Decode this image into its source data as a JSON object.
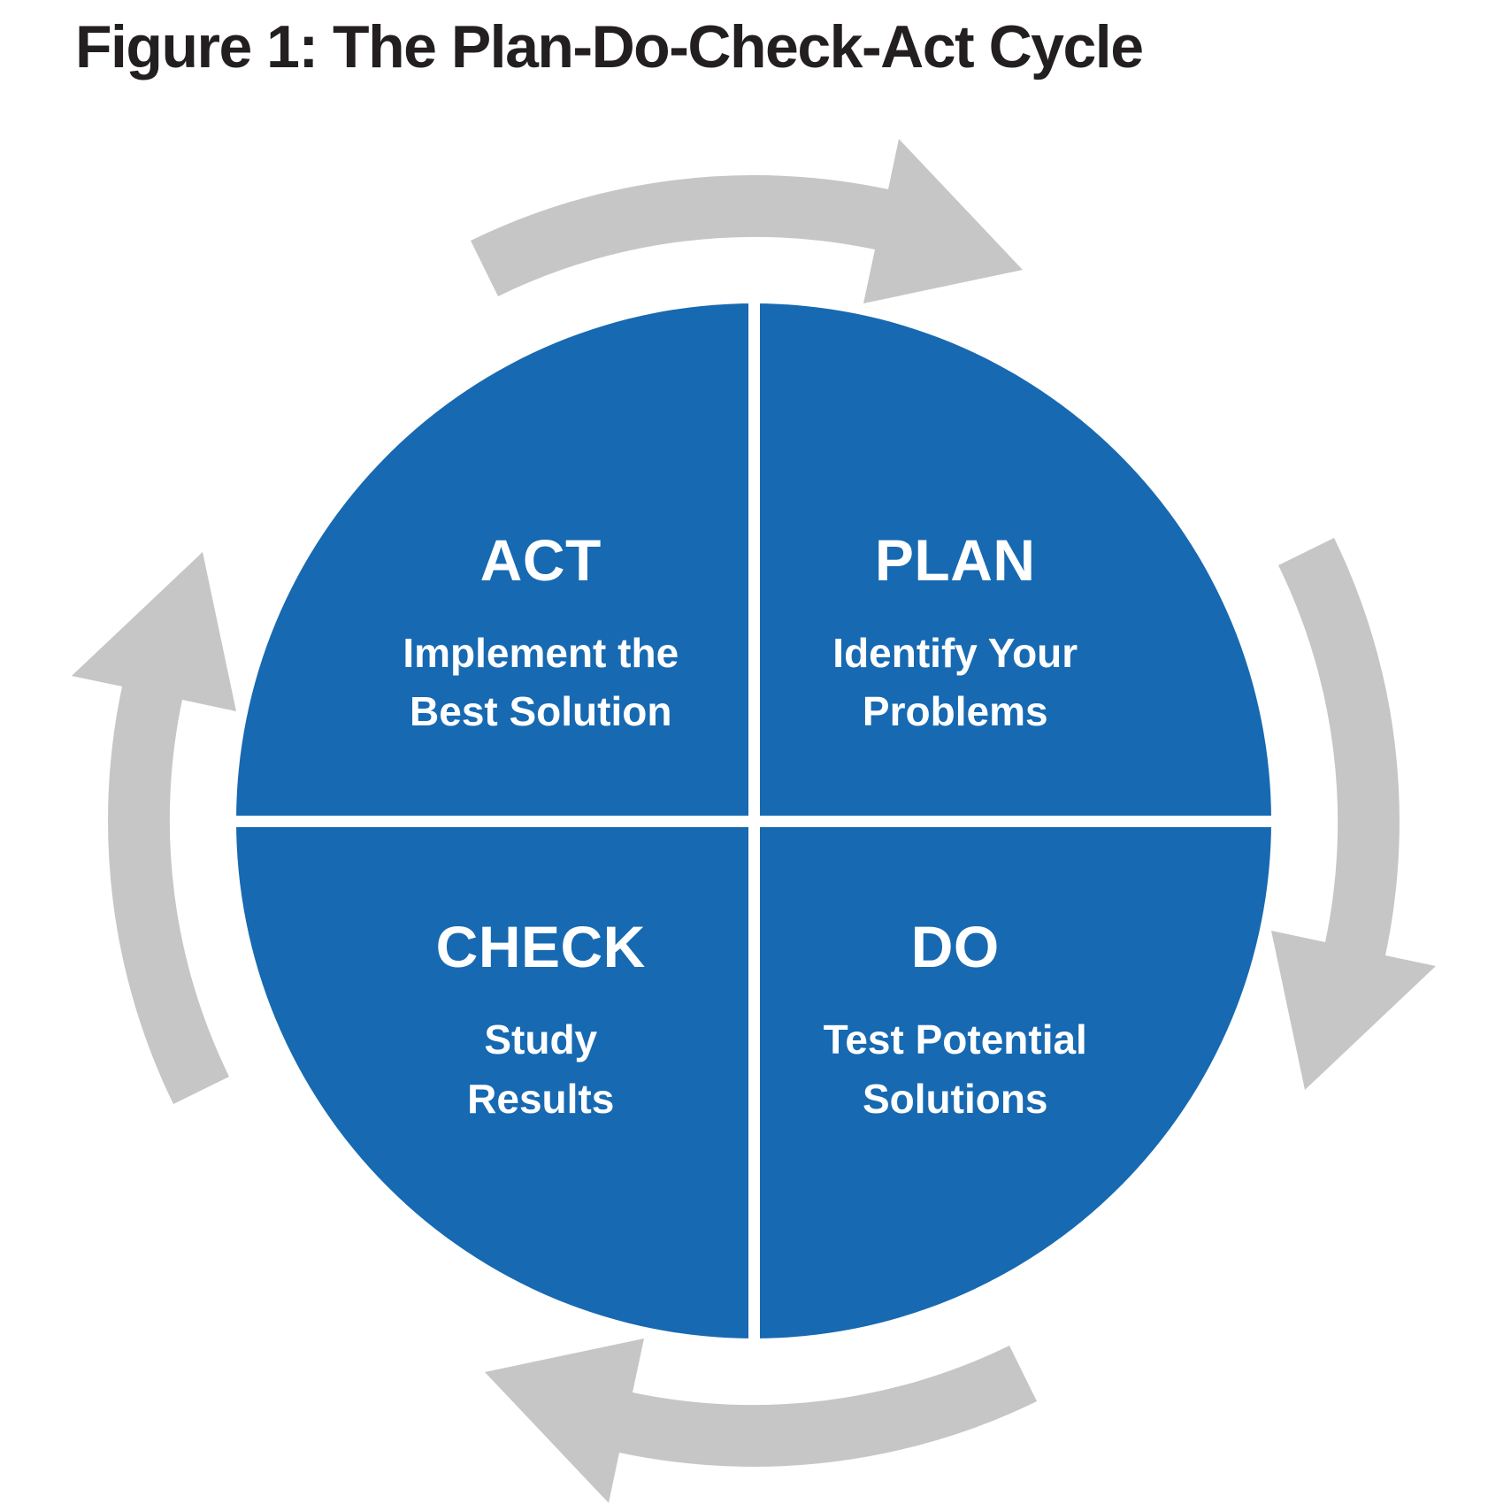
{
  "figure": {
    "title": "Figure 1: The Plan-Do-Check-Act Cycle"
  },
  "colors": {
    "quadrant_blue": "#1769b1",
    "arrow_gray": "#c6c6c6",
    "title_black": "#231f20",
    "background": "#ffffff",
    "quadrant_text": "#ffffff"
  },
  "cycle": {
    "direction": "clockwise",
    "quadrants": [
      {
        "id": "act",
        "position": "top-left",
        "label": "ACT",
        "description": "Implement the Best Solution"
      },
      {
        "id": "plan",
        "position": "top-right",
        "label": "PLAN",
        "description": "Identify Your Problems"
      },
      {
        "id": "check",
        "position": "bottom-left",
        "label": "CHECK",
        "description": "Study Results"
      },
      {
        "id": "do",
        "position": "bottom-right",
        "label": "DO",
        "description": "Test Potential Solutions"
      }
    ],
    "arrows": [
      {
        "position": "top",
        "points": "right"
      },
      {
        "position": "right",
        "points": "down"
      },
      {
        "position": "bottom",
        "points": "left"
      },
      {
        "position": "left",
        "points": "up"
      }
    ]
  }
}
